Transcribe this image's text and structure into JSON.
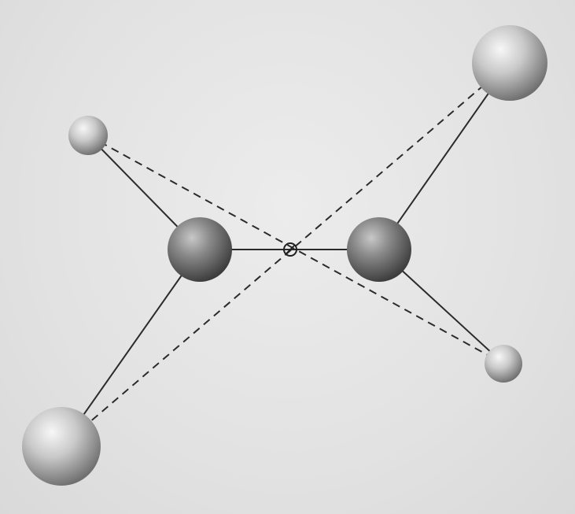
{
  "diagram": {
    "type": "molecular-model",
    "atoms": [
      {
        "id": "large-top-right",
        "size": "large",
        "shade": "light"
      },
      {
        "id": "small-top-left",
        "size": "small",
        "shade": "light"
      },
      {
        "id": "carbon-left",
        "size": "medium",
        "shade": "dark"
      },
      {
        "id": "carbon-right",
        "size": "medium",
        "shade": "dark"
      },
      {
        "id": "small-bottom-right",
        "size": "small",
        "shade": "light"
      },
      {
        "id": "large-bottom-left",
        "size": "large",
        "shade": "light"
      }
    ],
    "bonds": [
      {
        "from": "carbon-left",
        "to": "carbon-right",
        "style": "solid"
      },
      {
        "from": "carbon-left",
        "to": "small-top-left",
        "style": "solid"
      },
      {
        "from": "carbon-left",
        "to": "large-bottom-left",
        "style": "solid"
      },
      {
        "from": "carbon-right",
        "to": "large-top-right",
        "style": "solid"
      },
      {
        "from": "carbon-right",
        "to": "small-bottom-right",
        "style": "solid"
      },
      {
        "from": "small-top-left",
        "to": "small-bottom-right",
        "style": "dashed"
      },
      {
        "from": "large-bottom-left",
        "to": "large-top-right",
        "style": "dashed"
      }
    ],
    "symmetry_center": "inversion-center-symbol",
    "colors": {
      "background": "#e6e6e6",
      "bond": "#2b2b2b",
      "atom_light": "#d0d0d0",
      "atom_dark": "#7a7a7a"
    }
  }
}
